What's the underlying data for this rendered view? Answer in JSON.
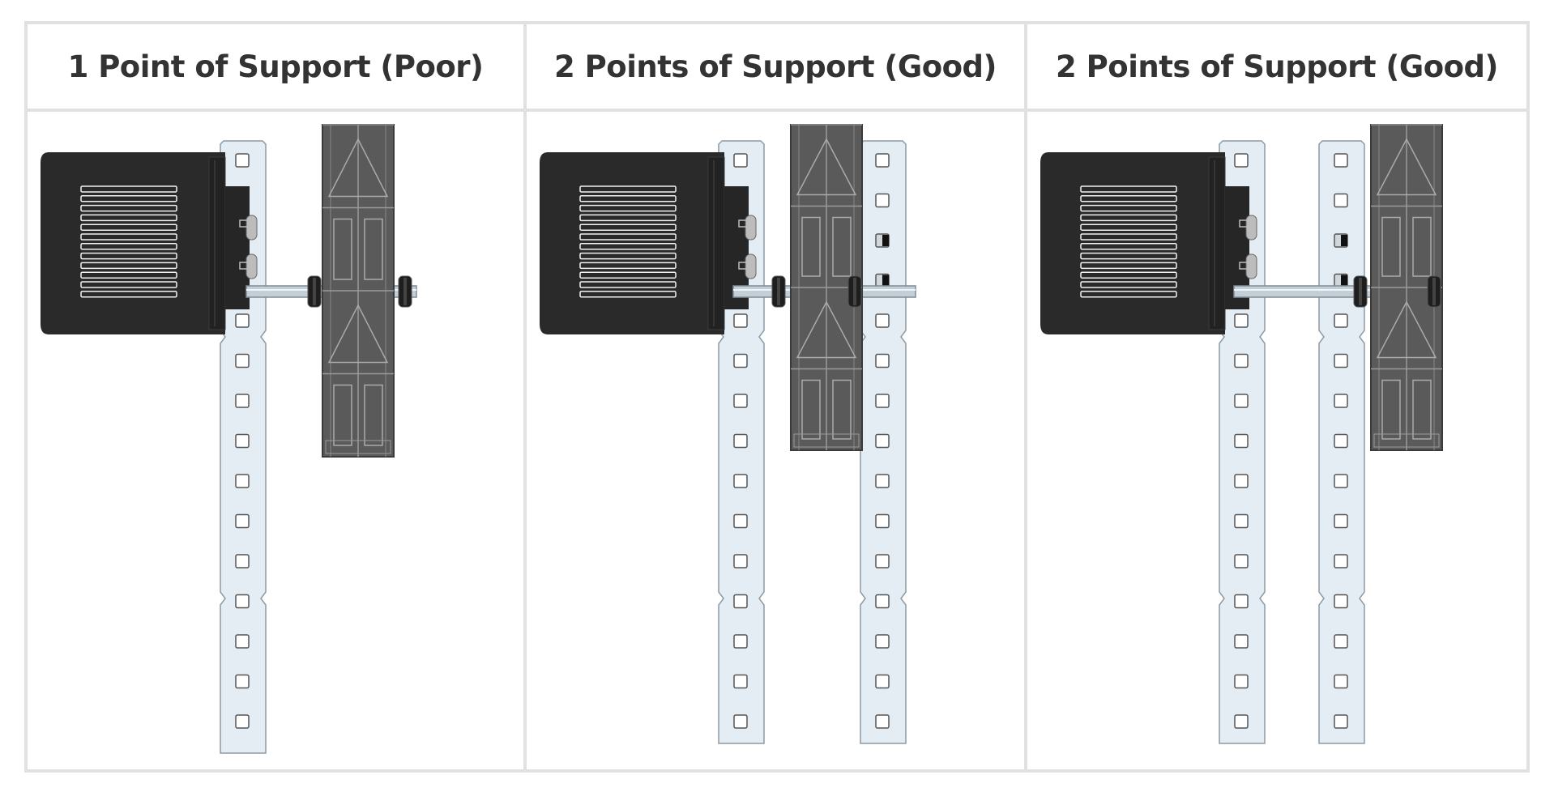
{
  "columns": [
    {
      "header": "1 Point of Support (Poor)",
      "config": "single"
    },
    {
      "header": "2 Points of Support (Good)",
      "config": "motor-bar-wheel-bar"
    },
    {
      "header": "2 Points of Support (Good)",
      "config": "motor-bar-bar-wheel"
    }
  ],
  "colors": {
    "border": "#e1e1e1",
    "motor": "#2a2a2a",
    "bar": "#e3edf3",
    "wheel": "#5a5a5a",
    "text": "#333333"
  }
}
